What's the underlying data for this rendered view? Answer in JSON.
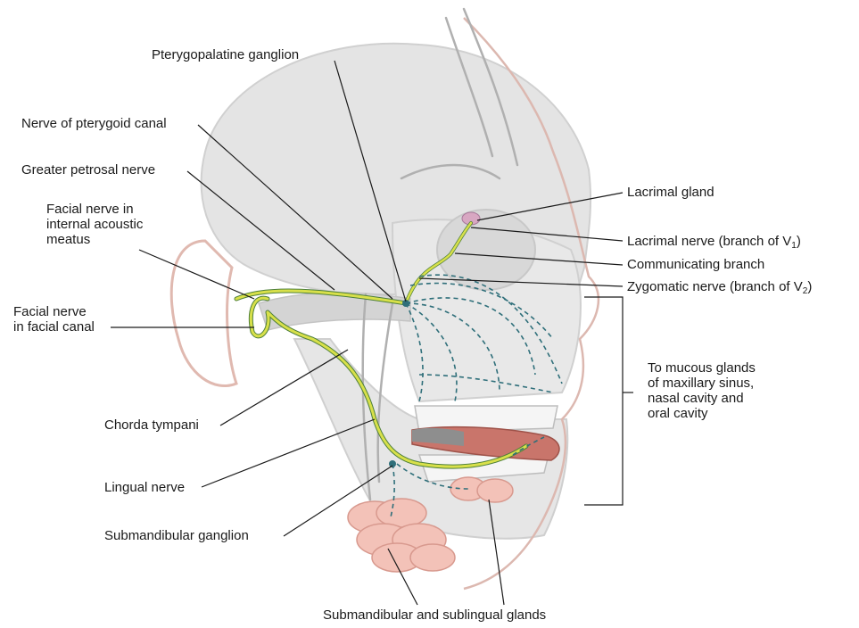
{
  "labels": {
    "pterygopalatine_ganglion": "Pterygopalatine ganglion",
    "nerve_of_pterygoid_canal": "Nerve of pterygoid canal",
    "greater_petrosal_nerve": "Greater petrosal nerve",
    "facial_nerve_acoustic": [
      "Facial nerve in",
      "internal acoustic",
      "meatus"
    ],
    "facial_nerve_canal": [
      "Facial nerve",
      "in facial canal"
    ],
    "chorda_tympani": "Chorda tympani",
    "lingual_nerve": "Lingual nerve",
    "submandibular_ganglion": "Submandibular ganglion",
    "submandibular_sublingual_glands": "Submandibular and sublingual glands",
    "lacrimal_gland": "Lacrimal gland",
    "lacrimal_nerve": {
      "text": "Lacrimal nerve (branch of V",
      "sub": "1",
      "tail": ")"
    },
    "communicating_branch": "Communicating branch",
    "zygomatic_nerve": {
      "text": "Zygomatic nerve (branch of V",
      "sub": "2",
      "tail": ")"
    },
    "mucous_glands": [
      "To mucous glands",
      "of maxillary sinus,",
      "nasal cavity and",
      "oral cavity"
    ]
  },
  "colors": {
    "bone": "#e4e4e4",
    "bone_shadow": "#cfcfcf",
    "vessel": "#a8a8a8",
    "nerve": "#d8e04a",
    "nerve_outline": "#4d7f3a",
    "nerve_dashed": "#2f6f7a",
    "gland": "#f3c2b8",
    "tongue": "#c9756b",
    "leader": "#1a1a1a"
  }
}
